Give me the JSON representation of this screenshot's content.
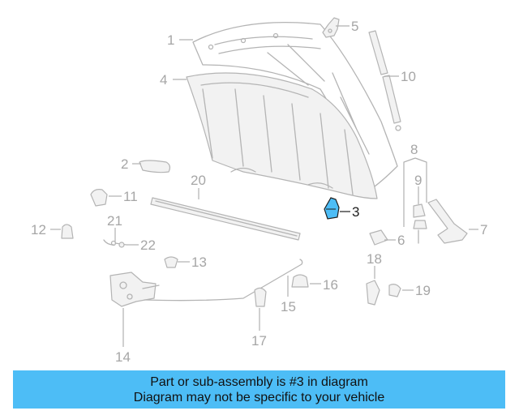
{
  "diagram": {
    "highlight_color": "#4dbdf6",
    "callouts": [
      {
        "id": "1",
        "text": "1"
      },
      {
        "id": "2",
        "text": "2"
      },
      {
        "id": "3",
        "text": "3"
      },
      {
        "id": "4",
        "text": "4"
      },
      {
        "id": "5",
        "text": "5"
      },
      {
        "id": "6",
        "text": "6"
      },
      {
        "id": "7",
        "text": "7"
      },
      {
        "id": "8",
        "text": "8"
      },
      {
        "id": "9",
        "text": "9"
      },
      {
        "id": "10",
        "text": "10"
      },
      {
        "id": "11",
        "text": "11"
      },
      {
        "id": "12",
        "text": "12"
      },
      {
        "id": "13",
        "text": "13"
      },
      {
        "id": "14",
        "text": "14"
      },
      {
        "id": "15",
        "text": "15"
      },
      {
        "id": "16",
        "text": "16"
      },
      {
        "id": "17",
        "text": "17"
      },
      {
        "id": "18",
        "text": "18"
      },
      {
        "id": "19",
        "text": "19"
      },
      {
        "id": "20",
        "text": "20"
      },
      {
        "id": "21",
        "text": "21"
      },
      {
        "id": "22",
        "text": "22"
      }
    ],
    "highlighted_part": "3"
  },
  "banner": {
    "line1": "Part or sub-assembly is #3 in diagram",
    "line2": "Diagram may not be specific to your vehicle",
    "background": "#4dbdf6"
  }
}
